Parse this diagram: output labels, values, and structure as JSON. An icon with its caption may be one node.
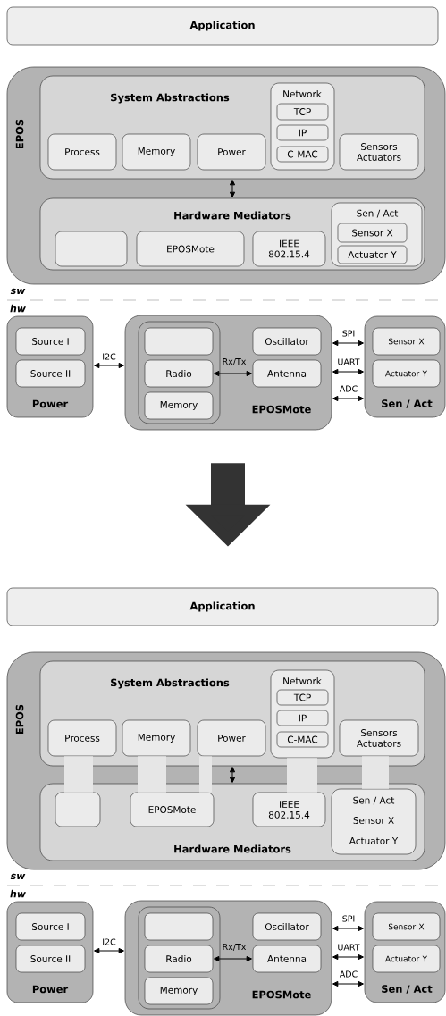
{
  "diagram": {
    "nodes": [
      {
        "text": [
          "Application"
        ]
      },
      {
        "text": [
          "EPOS"
        ]
      },
      {
        "text": [
          "System Abstractions"
        ],
        "in": 1
      },
      {
        "text": [
          "Process"
        ],
        "in": 2
      },
      {
        "text": [
          "Memory"
        ],
        "in": 2
      },
      {
        "text": [
          "Power"
        ],
        "in": 2
      },
      {
        "text": [
          "Network"
        ],
        "in": 2
      },
      {
        "text": [
          "TCP"
        ],
        "in": 6
      },
      {
        "text": [
          "IP"
        ],
        "in": 6
      },
      {
        "text": [
          "C-MAC"
        ],
        "in": 6
      },
      {
        "text": [
          "Sensors Actuators"
        ],
        "in": 2
      },
      {
        "text": [
          "Hardware Mediators"
        ],
        "in": 1
      },
      {
        "text": [],
        "shape": "box",
        "in": 11
      },
      {
        "text": [
          "EPOSMote"
        ],
        "in": 11
      },
      {
        "text": [
          "IEEE 802.15.4"
        ],
        "in": 11
      },
      {
        "text": [
          "Sen / Act"
        ],
        "in": 11
      },
      {
        "text": [
          "Sensor X"
        ],
        "in": 15
      },
      {
        "text": [
          "Actuator Y"
        ],
        "in": 15
      },
      {
        "text": [
          "Power"
        ]
      },
      {
        "text": [
          "Source I"
        ],
        "in": 18
      },
      {
        "text": [
          "Source II"
        ],
        "in": 18
      },
      {
        "text": [
          "EPOSMote"
        ]
      },
      {
        "text": [],
        "shape": "box",
        "in": 21
      },
      {
        "text": [],
        "shape": "box",
        "in": 22
      },
      {
        "text": [
          "Radio"
        ],
        "in": 22
      },
      {
        "text": [
          "Memory"
        ],
        "in": 22
      },
      {
        "text": [
          "Oscillator"
        ],
        "in": 21
      },
      {
        "text": [
          "Antenna"
        ],
        "in": 21
      },
      {
        "text": [
          "Sen / Act"
        ]
      },
      {
        "text": [
          "Sensor X"
        ],
        "in": 28
      },
      {
        "text": [
          "Actuator Y"
        ],
        "in": 28
      },
      {
        "text": [
          "Application"
        ]
      },
      {
        "text": [
          "EPOS"
        ]
      },
      {
        "text": [
          "System Abstractions"
        ],
        "in": 32
      },
      {
        "text": [
          "Process"
        ],
        "in": 33
      },
      {
        "text": [
          "Memory"
        ],
        "in": 33
      },
      {
        "text": [
          "Power"
        ],
        "in": 33
      },
      {
        "text": [
          "Network"
        ],
        "in": 33
      },
      {
        "text": [
          "TCP"
        ],
        "in": 37
      },
      {
        "text": [
          "IP"
        ],
        "in": 37
      },
      {
        "text": [
          "C-MAC"
        ],
        "in": 37
      },
      {
        "text": [
          "Sensors Actuators"
        ],
        "in": 33
      },
      {
        "text": [
          "Hardware Mediators"
        ],
        "in": 32
      },
      {
        "text": [],
        "shape": "box",
        "in": 42
      },
      {
        "text": [
          "EPOSMote"
        ],
        "in": 42
      },
      {
        "text": [
          "IEEE 802.15.4"
        ],
        "in": 42
      },
      {
        "text": [
          "Sen / Act",
          "Sensor X",
          "Actuator Y"
        ],
        "in": 42
      },
      {
        "text": [
          "Power"
        ]
      },
      {
        "text": [
          "Source I"
        ],
        "in": 47
      },
      {
        "text": [
          "Source II"
        ],
        "in": 47
      },
      {
        "text": [
          "EPOSMote"
        ]
      },
      {
        "text": [],
        "shape": "box",
        "in": 50
      },
      {
        "text": [],
        "shape": "box",
        "in": 51
      },
      {
        "text": [
          "Radio"
        ],
        "in": 51
      },
      {
        "text": [
          "Memory"
        ],
        "in": 51
      },
      {
        "text": [
          "Oscillator"
        ],
        "in": 50
      },
      {
        "text": [
          "Antenna"
        ],
        "in": 50
      },
      {
        "text": [
          "Sen / Act"
        ]
      },
      {
        "text": [
          "Sensor X"
        ],
        "in": 57
      },
      {
        "text": [
          "Actuator Y"
        ],
        "in": 57
      }
    ],
    "edges": [
      {
        "from": 2,
        "to": 11,
        "arrow": "both"
      },
      {
        "from": 18,
        "to": 21,
        "arrow": "both",
        "label": "I2C"
      },
      {
        "from": 24,
        "to": 27,
        "arrow": "both",
        "label": "Rx/Tx"
      },
      {
        "from": 21,
        "to": 28,
        "arrow": "both",
        "label": "SPI"
      },
      {
        "from": 21,
        "to": 28,
        "arrow": "both",
        "label": "UART"
      },
      {
        "from": 21,
        "to": 28,
        "arrow": "both",
        "label": "ADC"
      },
      {
        "from": 21,
        "to": 31,
        "arrow": "to",
        "style": "thick",
        "color": "#333333"
      },
      {
        "from": 33,
        "to": 42,
        "arrow": "both"
      },
      {
        "from": 34,
        "to": 43,
        "arrow": "none",
        "style": "thick",
        "color": "#e6e6e6"
      },
      {
        "from": 35,
        "to": 44,
        "arrow": "none",
        "style": "thick",
        "color": "#e6e6e6"
      },
      {
        "from": 36,
        "to": 44,
        "arrow": "none",
        "style": "thick",
        "color": "#e6e6e6"
      },
      {
        "from": 37,
        "to": 45,
        "arrow": "none",
        "style": "thick",
        "color": "#e6e6e6"
      },
      {
        "from": 41,
        "to": 46,
        "arrow": "none",
        "style": "thick",
        "color": "#e6e6e6"
      },
      {
        "from": 47,
        "to": 50,
        "arrow": "both",
        "label": "I2C"
      },
      {
        "from": 53,
        "to": 56,
        "arrow": "both",
        "label": "Rx/Tx"
      },
      {
        "from": 50,
        "to": 57,
        "arrow": "both",
        "label": "SPI"
      },
      {
        "from": 50,
        "to": 57,
        "arrow": "both",
        "label": "UART"
      },
      {
        "from": 50,
        "to": 57,
        "arrow": "both",
        "label": "ADC"
      }
    ],
    "labels": [
      "sw",
      "hw",
      "sw",
      "hw"
    ]
  }
}
